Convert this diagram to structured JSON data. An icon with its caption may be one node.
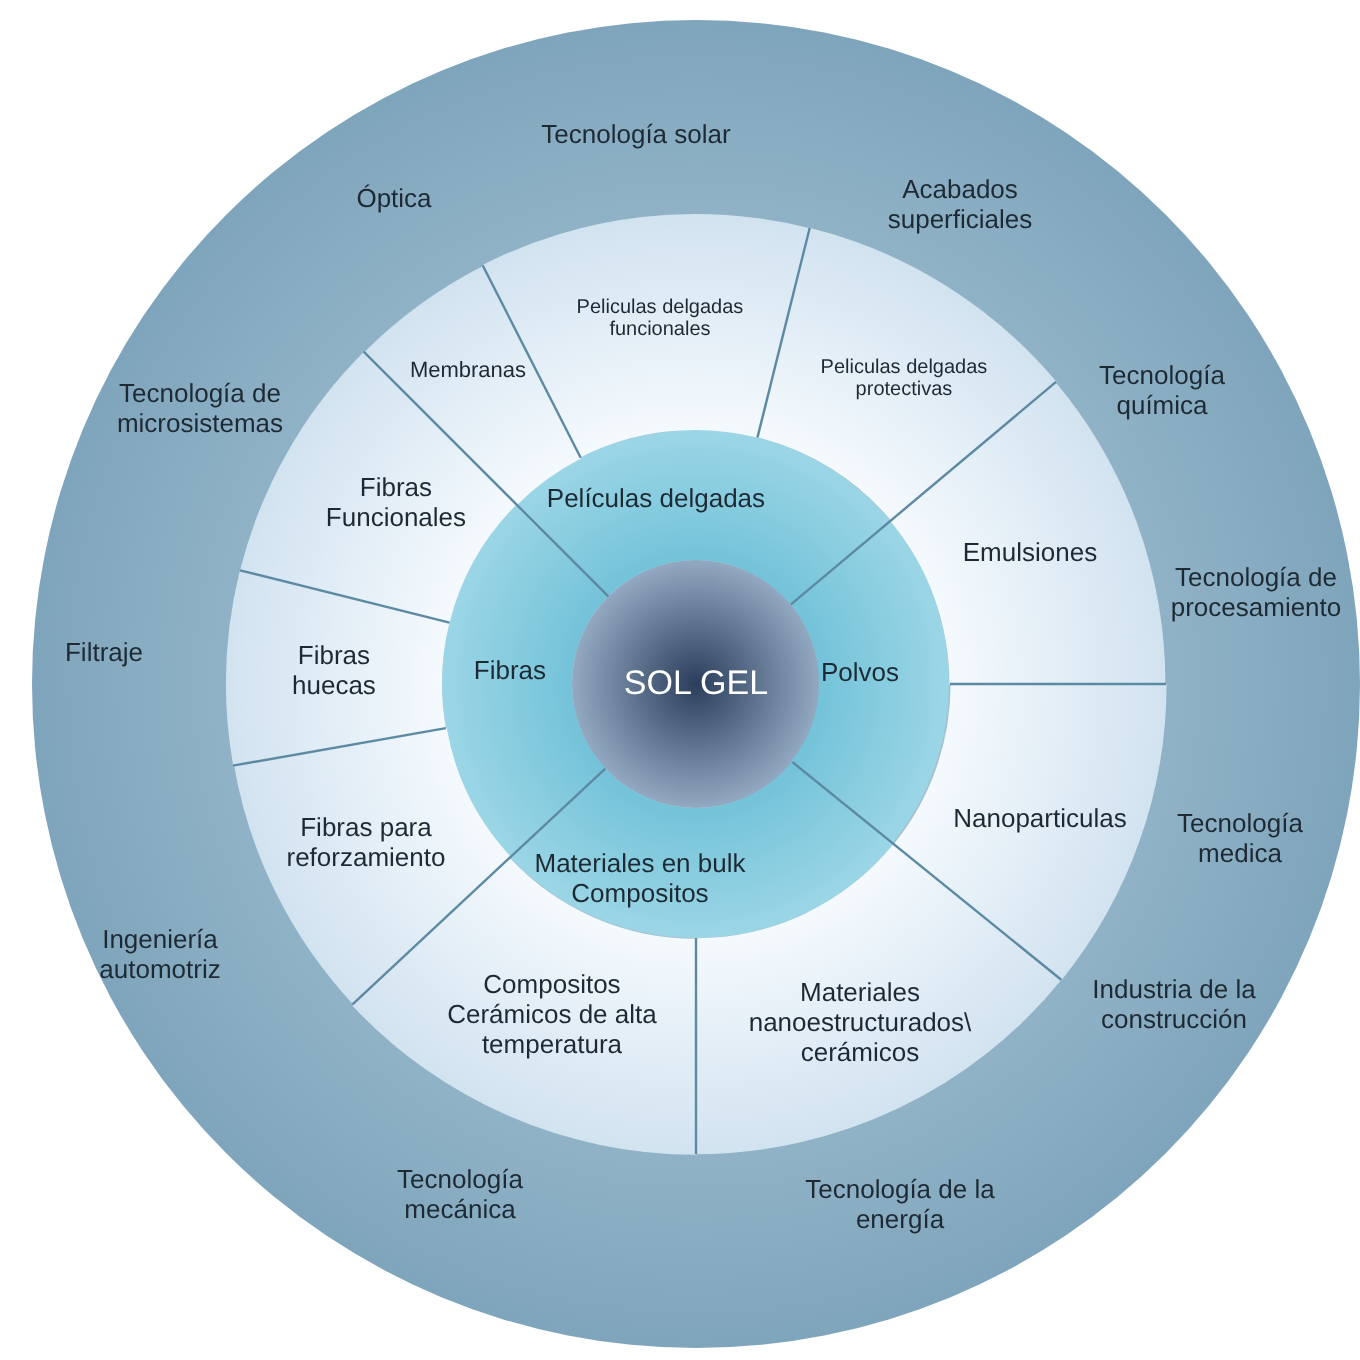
{
  "diagram": {
    "nodes": [
      {
        "text": [
          "Tecnología solar",
          "Óptica",
          "Acabados superficiales",
          "Tecnología química",
          "Tecnología de microsistemas",
          "Tecnología de procesamiento",
          "Filtraje",
          "Tecnología medica",
          "Ingeniería automotriz",
          "Industria de la construcción",
          "Tecnología mecánica",
          "Tecnología de la energía"
        ]
      },
      {
        "text": [
          "SOL GEL"
        ],
        "in": 0
      },
      {
        "text": [
          "Películas delgadas"
        ],
        "in": 0
      },
      {
        "text": [
          "Fibras"
        ],
        "in": 0
      },
      {
        "text": [
          "Polvos"
        ],
        "in": 0
      },
      {
        "text": [
          "Materiales en bulk Compositos"
        ],
        "in": 0
      },
      {
        "text": [
          "Peliculas delgadas funcionales"
        ],
        "in": 0
      },
      {
        "text": [
          "Membranas"
        ],
        "in": 0
      },
      {
        "text": [
          "Peliculas delgadas protectivas"
        ],
        "in": 0
      },
      {
        "text": [
          "Fibras Funcionales"
        ],
        "in": 0
      },
      {
        "text": [
          "Emulsiones"
        ],
        "in": 0
      },
      {
        "text": [
          "Fibras huecas"
        ],
        "in": 0
      },
      {
        "text": [
          "Nanoparticulas"
        ],
        "in": 0
      },
      {
        "text": [
          "Fibras para reforzamiento"
        ],
        "in": 0
      },
      {
        "text": [
          "Compositos Cerámicos de alta temperatura"
        ],
        "in": 0
      },
      {
        "text": [
          "Materiales nanoestructurados\\ cerámicos"
        ],
        "in": 0
      }
    ]
  }
}
